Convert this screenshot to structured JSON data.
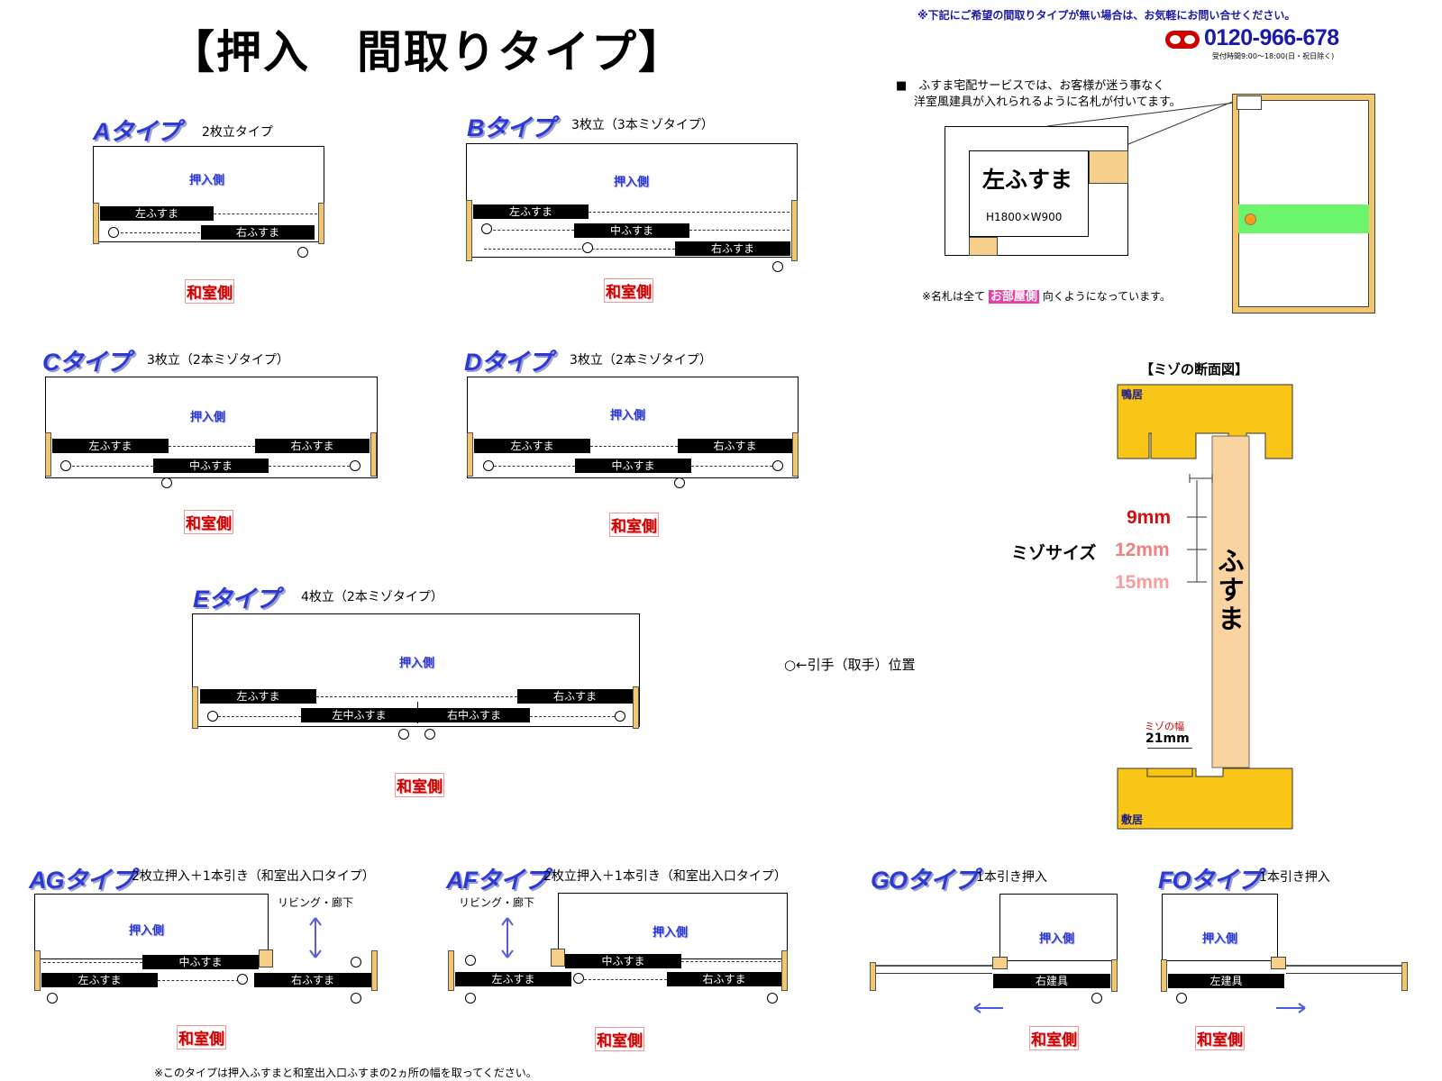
{
  "title": "【押入　間取りタイプ】",
  "notice": "※下記にご希望の間取りタイプが無い場合は、お気軽にお問い合せください。",
  "phone": "0120-966-678",
  "phone_hours": "受付時間9:00～18:00(日・祝日除く)",
  "nameplate": {
    "line1": "■　ふすま宅配サービスでは、お客様が迷う事なく",
    "line2": "洋室風建具が入れられるように名札が付いてます。",
    "card_title": "左ふすま",
    "card_size": "H1800×W900",
    "note_pre": "※名札は全て",
    "note_badge": "お部屋側",
    "note_post": "向くようになっています。"
  },
  "labels": {
    "oshiire": "押入側",
    "washitsu": "和室側",
    "hikite": "○←引手（取手）位置",
    "living": "リビング・廊下",
    "ag_note": "※このタイプは押入ふすまと和室出入口ふすまの2ヵ所の幅を取ってください。"
  },
  "panels": {
    "left": "左ふすま",
    "right": "右ふすま",
    "center": "中ふすま",
    "left_center": "左中ふすま",
    "right_center": "右中ふすま",
    "right_door": "右建具",
    "left_door": "左建具"
  },
  "types": {
    "A": {
      "name": "Aタイプ",
      "desc": "2枚立タイプ"
    },
    "B": {
      "name": "Bタイプ",
      "desc": "3枚立（3本ミゾタイプ）"
    },
    "C": {
      "name": "Cタイプ",
      "desc": "3枚立（2本ミゾタイプ）"
    },
    "D": {
      "name": "Dタイプ",
      "desc": "3枚立（2本ミゾタイプ）"
    },
    "E": {
      "name": "Eタイプ",
      "desc": "4枚立（2本ミゾタイプ）"
    },
    "AG": {
      "name": "AGタイプ",
      "desc": "2枚立押入＋1本引き（和室出入口タイプ）"
    },
    "AF": {
      "name": "AFタイプ",
      "desc": "2枚立押入＋1本引き（和室出入口タイプ）"
    },
    "GO": {
      "name": "GOタイプ",
      "desc": "1本引き押入"
    },
    "FO": {
      "name": "FOタイプ",
      "desc": "1本引き押入"
    }
  },
  "section": {
    "title": "【ミゾの断面図】",
    "kamoi": "鴨居",
    "shikii": "敷居",
    "mizo_size": "ミゾサイズ",
    "s9": "9mm",
    "s12": "12mm",
    "s15": "15mm",
    "fusuma": "ふすま",
    "mizo_width_label": "ミゾの幅",
    "mizo_width": "21mm"
  },
  "colors": {
    "accent_blue": "#2d39d6",
    "red": "#cc0000",
    "wood": "#f4c66b",
    "yellow": "#f9c617",
    "green": "#6cf46c"
  }
}
